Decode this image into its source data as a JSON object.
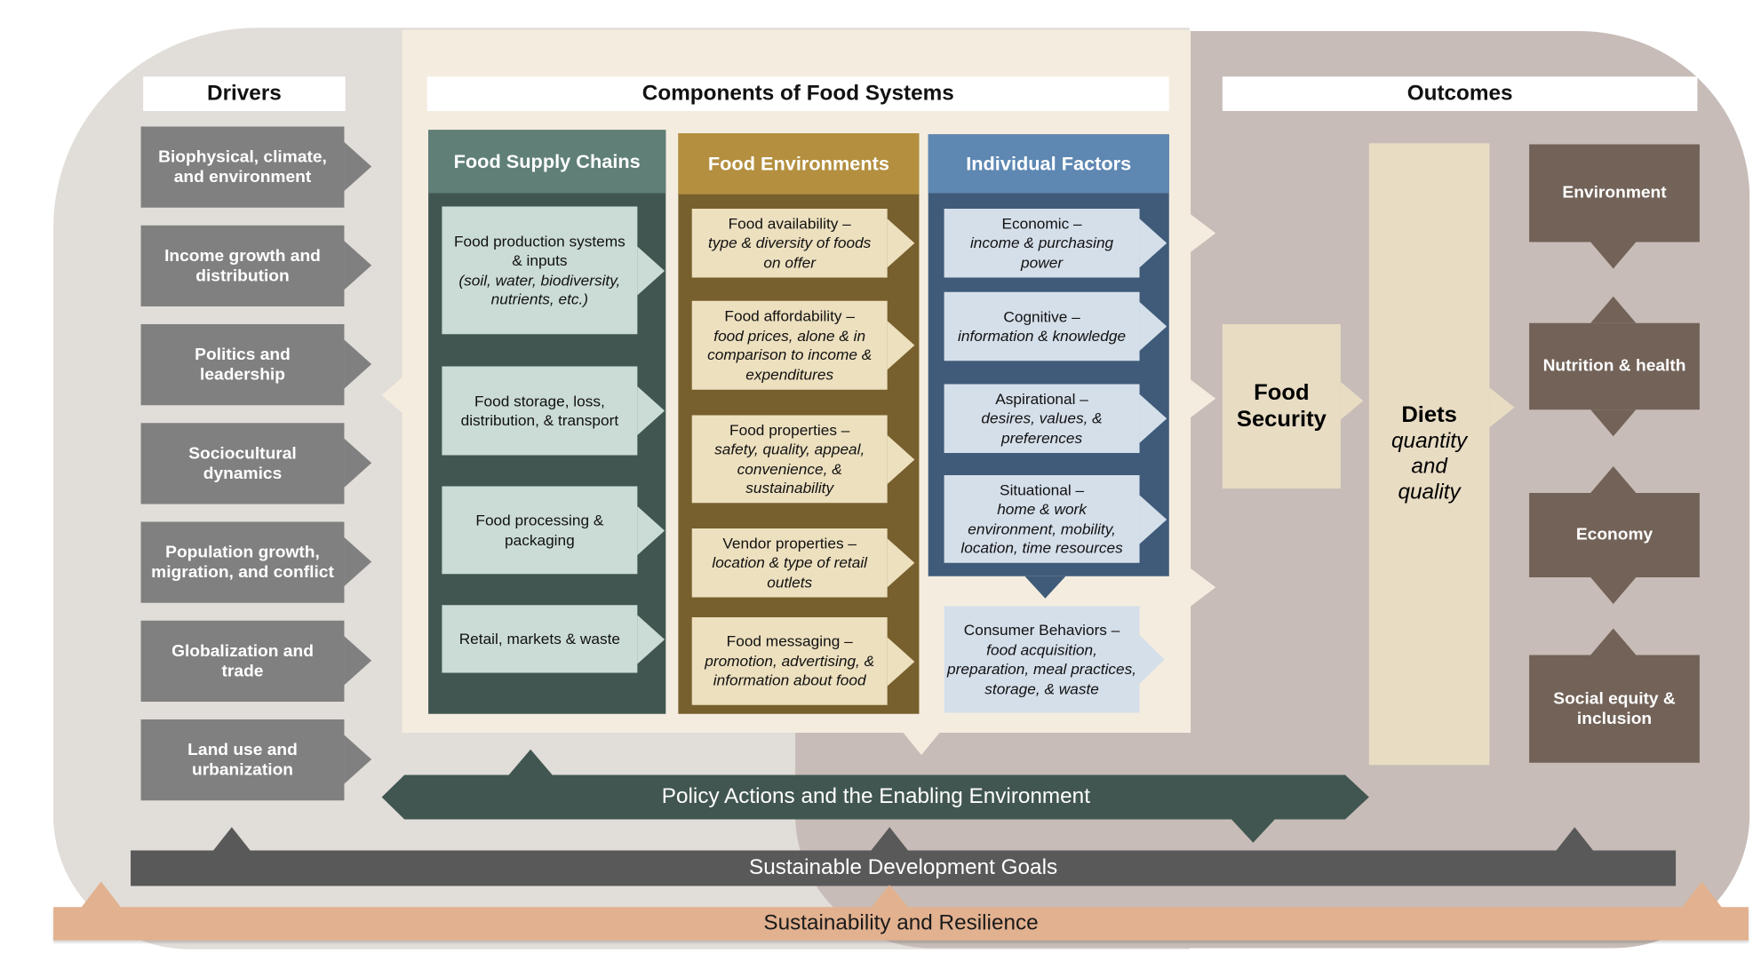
{
  "headers": {
    "drivers": "Drivers",
    "components": "Components of Food Systems",
    "outcomes": "Outcomes"
  },
  "drivers": [
    "Biophysical, climate, and environment",
    "Income growth and distribution",
    "Politics and leadership",
    "Sociocultural dynamics",
    "Population growth, migration, and conflict",
    "Globalization and trade",
    "Land use and urbanization"
  ],
  "supply_chains": {
    "title": "Food Supply Chains",
    "items": [
      {
        "main": "Food production systems & inputs",
        "detail": "(soil, water, biodiversity, nutrients, etc.)"
      },
      {
        "main": "Food storage, loss, distribution, & transport",
        "detail": ""
      },
      {
        "main": "Food processing & packaging",
        "detail": ""
      },
      {
        "main": "Retail, markets & waste",
        "detail": ""
      }
    ]
  },
  "food_environments": {
    "title": "Food Environments",
    "items": [
      {
        "main": "Food availability –",
        "detail": "type & diversity of foods on offer"
      },
      {
        "main": "Food affordability –",
        "detail": "food prices, alone & in comparison to income & expenditures"
      },
      {
        "main": "Food properties –",
        "detail": "safety, quality, appeal, convenience, & sustainability"
      },
      {
        "main": "Vendor properties –",
        "detail": "location & type of retail outlets"
      },
      {
        "main": "Food messaging –",
        "detail": "promotion, advertising, & information about food"
      }
    ]
  },
  "individual_factors": {
    "title": "Individual Factors",
    "items": [
      {
        "main": "Economic –",
        "detail": "income & purchasing power"
      },
      {
        "main": "Cognitive –",
        "detail": "information & knowledge"
      },
      {
        "main": "Aspirational –",
        "detail": "desires, values, & preferences"
      },
      {
        "main": "Situational –",
        "detail": "home & work environment, mobility, location, time resources"
      }
    ],
    "consumer_behaviors": {
      "main": "Consumer Behaviors –",
      "detail": "food acquisition, preparation, meal practices, storage, & waste"
    }
  },
  "food_security": "Food Security",
  "diets": {
    "title": "Diets",
    "detail": "quantity and quality"
  },
  "outcomes": [
    "Environment",
    "Nutrition & health",
    "Economy",
    "Social equity & inclusion"
  ],
  "bands": {
    "policy": "Policy Actions and the Enabling Environment",
    "sdg": "Sustainable Development Goals",
    "sustainability": "Sustainability and Resilience"
  },
  "colors": {
    "supply_chain_header": "#5f7f77",
    "supply_chain_body": "#415650",
    "supply_chain_card": "#cbdcd6",
    "food_env_header": "#b38f3f",
    "food_env_body": "#77602d",
    "food_env_card": "#ede0bf",
    "individual_header": "#5e87b2",
    "individual_body": "#3f5b79",
    "individual_card": "#d5dfea",
    "driver": "#808080",
    "outcome": "#726258",
    "sdg": "#595959",
    "sustainability": "#e2b18f"
  }
}
